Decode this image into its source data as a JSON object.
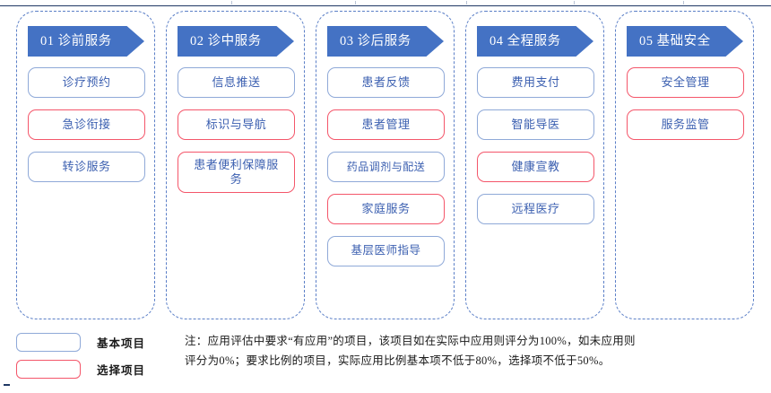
{
  "slide": {
    "columns": [
      {
        "banner": "01 诊前服务",
        "items": [
          {
            "label": "诊疗预约",
            "type": "basic"
          },
          {
            "label": "急诊衔接",
            "type": "option"
          },
          {
            "label": "转诊服务",
            "type": "basic"
          }
        ]
      },
      {
        "banner": "02 诊中服务",
        "items": [
          {
            "label": "信息推送",
            "type": "basic"
          },
          {
            "label": "标识与导航",
            "type": "option"
          },
          {
            "label": "患者便利保障服务",
            "type": "option",
            "two_line": true
          }
        ]
      },
      {
        "banner": "03 诊后服务",
        "items": [
          {
            "label": "患者反馈",
            "type": "basic"
          },
          {
            "label": "患者管理",
            "type": "option"
          },
          {
            "label": "药品调剂与配送",
            "type": "basic"
          },
          {
            "label": "家庭服务",
            "type": "option"
          },
          {
            "label": "基层医师指导",
            "type": "basic"
          }
        ]
      },
      {
        "banner": "04 全程服务",
        "items": [
          {
            "label": "费用支付",
            "type": "basic"
          },
          {
            "label": "智能导医",
            "type": "basic"
          },
          {
            "label": "健康宣教",
            "type": "option"
          },
          {
            "label": "远程医疗",
            "type": "basic"
          }
        ]
      },
      {
        "banner": "05 基础安全",
        "items": [
          {
            "label": "安全管理",
            "type": "option"
          },
          {
            "label": "服务监管",
            "type": "option"
          }
        ]
      }
    ],
    "legend": [
      {
        "type": "basic",
        "label": "基本项目"
      },
      {
        "type": "option",
        "label": "选择项目"
      }
    ],
    "note": {
      "line1": "注：应用评估中要求“有应用”的项目，该项目如在实际中应用则评分为100%，如未应用则",
      "line2": "评分为0%；要求比例的项目，实际应用比例基本项不低于80%，选择项不低于50%。"
    },
    "colors": {
      "banner_blue": "#4472C4",
      "basic_border": "#8FA9D8",
      "option_border": "#F4566A",
      "item_text": "#3B5FB0",
      "container_dash": "#5B7FC7",
      "top_rule": "#1F3864"
    }
  }
}
